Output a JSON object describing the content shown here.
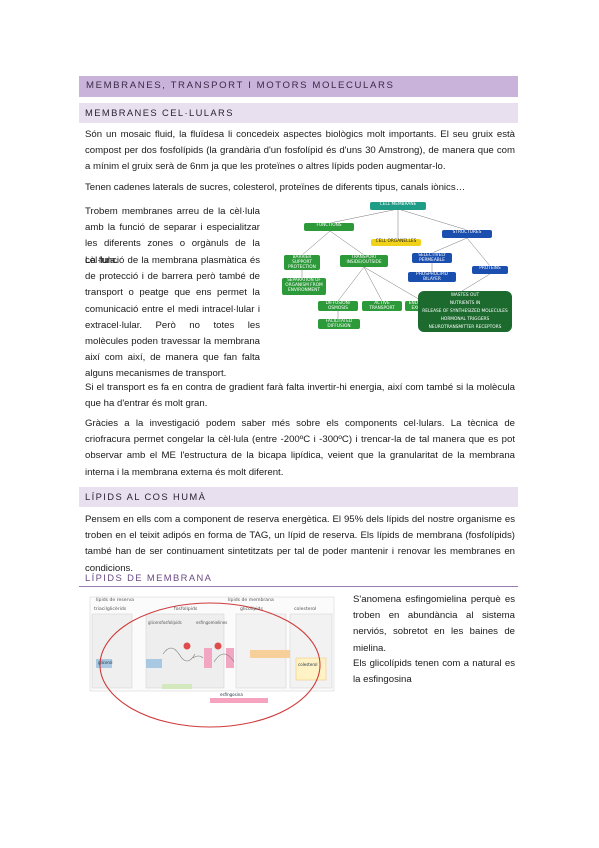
{
  "header": {
    "title": "MEMBRANES, TRANSPORT I MOTORS MOLECULARS"
  },
  "membranes": {
    "heading": "MEMBRANES CEL·LULARS",
    "para1": "Són un mosaic fluid, la fluïdesa li concedeix aspectes biològics molt importants. El seu gruix està compost per dos fosfolípids (la grandària d'un fosfolípid és d'uns 30 Amstrong), de manera que com a mínim el gruix serà de 6nm ja que les proteïnes o altres lípids poden augmentar-lo.",
    "para2": "Tenen cadenes laterals de sucres, colesterol, proteïnes de diferents tipus, canals iònics…",
    "para3": "Trobem membranes arreu de la cèl·lula amb la funció de separar i especialitzar les diferents zones o orgànuls de la cèl·lula.",
    "para4": "La funció de la membrana plasmàtica és de protecció i de barrera però també de transport o peatge que ens permet la comunicació entre el medi intracel·lular i extracel·lular. Però no totes les molècules poden travessar la membrana així com així, de manera que fan falta alguns mecanismes de transport.",
    "para5": "Si el transport es fa en contra de gradient farà falta invertir-hi energia, així com també si la molècula que ha d'entrar és molt gran.",
    "para6": "Gràcies a la investigació podem saber més sobre els components cel·lulars. La tècnica de criofracura permet congelar la cèl·lula (entre -200ºC i -300ºC) i trencar-la de tal manera que es pot observar amb el ME l'estructura de la bicapa lipídica, veient que la granularitat de la membrana interna i la membrana externa és molt diferent."
  },
  "diagram1": {
    "root": "CELL MEMBRANE",
    "functions": "FUNCTIONS",
    "structures": "STRUCTURES",
    "organelles": "CELL ORGANELLES",
    "barrier": "BARRIER SUPPORT PROTECTION",
    "transport": "TRANSPORT INSIDE/OUTSIDE",
    "separation": "SEPARATION OF ORGANISM FROM ENVIRONMENT",
    "diffusion": "DIFFUSION/ OSMOSIS",
    "active": "ACTIVE TRANSPORT",
    "endo": "ENDOCYTOSIS/ EXOCYTOSIS",
    "facilitated": "FACILITATED DIFFUSION",
    "selective": "SELECTIVELY PERMEABLE",
    "phospho": "PHOSPHOLIPID BILAYER",
    "proteins": "PROTEINS",
    "box_lines": [
      "WASTES OUT",
      "NUTRIENTS IN",
      "RELEASE OF SYNTHESIZED MOLECULES",
      "HORMONAL TRIGGERS",
      "NEUROTRANSMITTER RECEPTORS"
    ]
  },
  "lipids": {
    "heading": "LÍPIDS AL COS HUMÀ",
    "para": "Pensem en ells com a component de reserva energètica. El 95% dels lípids del nostre organisme es troben en el teixit adipós en forma de TAG, un lípid de reserva. Els lípids de membrana (fosfolípids) també han de ser continuament sintetitzats per tal de poder mantenir i renovar les membranes en condicions.",
    "sub_heading": "LÍPIDS DE MEMBRANA",
    "side1": "S'anomena esfingomielina perquè es troben en abundància al sistema nerviós, sobretot en les baines de mielina.",
    "side2": "Els glicolípids tenen com a natural es la esfingosina"
  },
  "diagram2": {
    "reserva": "lípids de reserva",
    "membrana": "lípids de membrana",
    "triacil": "triacilglicèrids",
    "fosfo": "fosfolípids",
    "gluco": "glicolípids",
    "colest": "colesterol",
    "glicero": "glicerofosfolípids",
    "esfingo": "esfingomielines",
    "glicerol": "glicerol",
    "esfingosina": "esfingosina",
    "colesterol_box": "colesterol"
  }
}
